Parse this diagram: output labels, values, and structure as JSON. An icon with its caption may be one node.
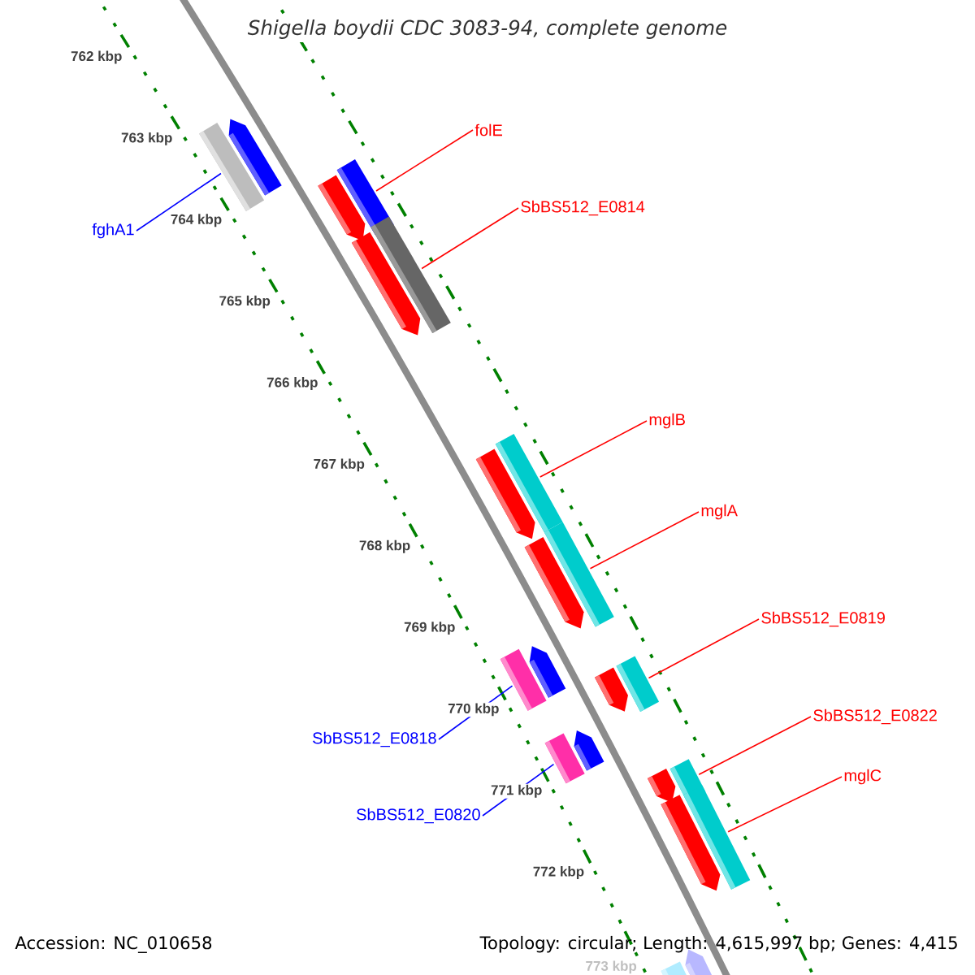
{
  "diagram": {
    "title": "Shigella boydii CDC 3083-94, complete genome",
    "nodes": [
      {
        "text": [
          "folE"
        ]
      },
      {
        "text": [
          "SbBS512_E0814"
        ]
      },
      {
        "text": [
          "fghA1"
        ]
      },
      {
        "text": [
          "mglB"
        ]
      },
      {
        "text": [
          "mglA"
        ]
      },
      {
        "text": [
          "SbBS512_E0819"
        ]
      },
      {
        "text": [
          "SbBS512_E0822"
        ]
      },
      {
        "text": [
          "SbBS512_E0818"
        ]
      },
      {
        "text": [
          "mglC"
        ]
      },
      {
        "text": [
          "SbBS512_E0820"
        ]
      },
      {
        "text": [],
        "shape": "bar"
      },
      {
        "text": [],
        "shape": "arrow"
      },
      {
        "text": [],
        "shape": "arrow"
      },
      {
        "text": [],
        "shape": "bar"
      },
      {
        "text": [],
        "shape": "arrow"
      },
      {
        "text": [],
        "shape": "bar"
      },
      {
        "text": [],
        "shape": "arrow"
      },
      {
        "text": [],
        "shape": "bar"
      },
      {
        "text": [],
        "shape": "arrow"
      },
      {
        "text": [],
        "shape": "bar"
      },
      {
        "text": [],
        "shape": "bar"
      },
      {
        "text": [],
        "shape": "arrow"
      },
      {
        "text": [],
        "shape": "arrow"
      },
      {
        "text": [],
        "shape": "bar"
      },
      {
        "text": [],
        "shape": "bar"
      },
      {
        "text": [],
        "shape": "arrow"
      },
      {
        "text": [],
        "shape": "arrow"
      },
      {
        "text": [],
        "shape": "bar"
      },
      {
        "text": [],
        "shape": "arrow"
      },
      {
        "text": [],
        "shape": "bar"
      },
      {
        "text": [],
        "shape": "arrow"
      },
      {
        "text": [],
        "shape": "bar"
      }
    ],
    "edges": [
      {
        "from": 0,
        "to": 13,
        "arrow": "none"
      },
      {
        "from": 1,
        "to": 15,
        "arrow": "none"
      },
      {
        "from": 2,
        "to": 10,
        "arrow": "none",
        "color": "#0000ff"
      },
      {
        "from": 3,
        "to": 17,
        "arrow": "none"
      },
      {
        "from": 4,
        "to": 19,
        "arrow": "none"
      },
      {
        "from": 5,
        "to": 23,
        "arrow": "none"
      },
      {
        "from": 6,
        "to": 27,
        "arrow": "none"
      },
      {
        "from": 7,
        "to": 20,
        "arrow": "none",
        "color": "#0000ff"
      },
      {
        "from": 8,
        "to": 29,
        "arrow": "none"
      },
      {
        "from": 9,
        "to": 24,
        "arrow": "none",
        "color": "#0000ff"
      }
    ],
    "labels": [
      "762 kbp",
      "763 kbp",
      "764 kbp",
      "765 kbp",
      "766 kbp",
      "767 kbp",
      "768 kbp",
      "769 kbp",
      "770 kbp",
      "771 kbp",
      "772 kbp",
      "773 kbp",
      "Accession: NC_010658",
      "Topology: circular; Length: 4,615,997 bp; Genes: 4,415"
    ]
  }
}
